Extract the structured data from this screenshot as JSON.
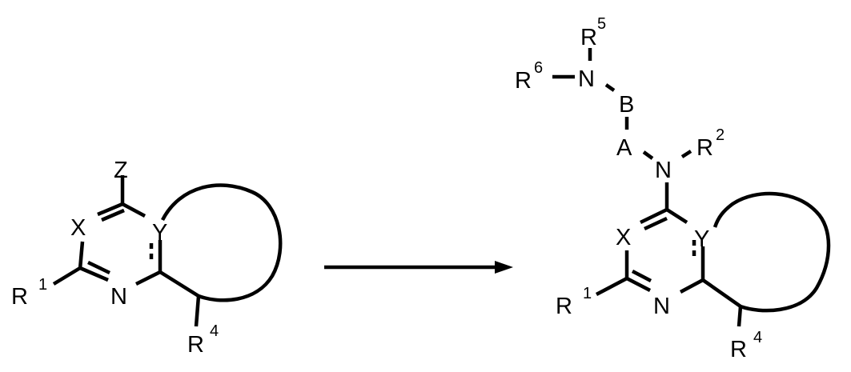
{
  "reactant": {
    "labels": {
      "Z": "Z",
      "X": "X",
      "Y": "Y",
      "N": "N",
      "R1": "R",
      "R1_sup": "1",
      "R4": "R",
      "R4_sup": "4"
    }
  },
  "product": {
    "labels": {
      "R5": "R",
      "R5_sup": "5",
      "R6": "R",
      "R6_sup": "6",
      "N_amine": "N",
      "B": "B",
      "A": "A",
      "N_link": "N",
      "R2": "R",
      "R2_sup": "2",
      "X": "X",
      "Y": "Y",
      "N": "N",
      "R1": "R",
      "R1_sup": "1",
      "R4": "R",
      "R4_sup": "4"
    }
  },
  "arrow": {
    "direction": "right"
  },
  "colors": {
    "ink": "#000000",
    "background": "#ffffff"
  }
}
